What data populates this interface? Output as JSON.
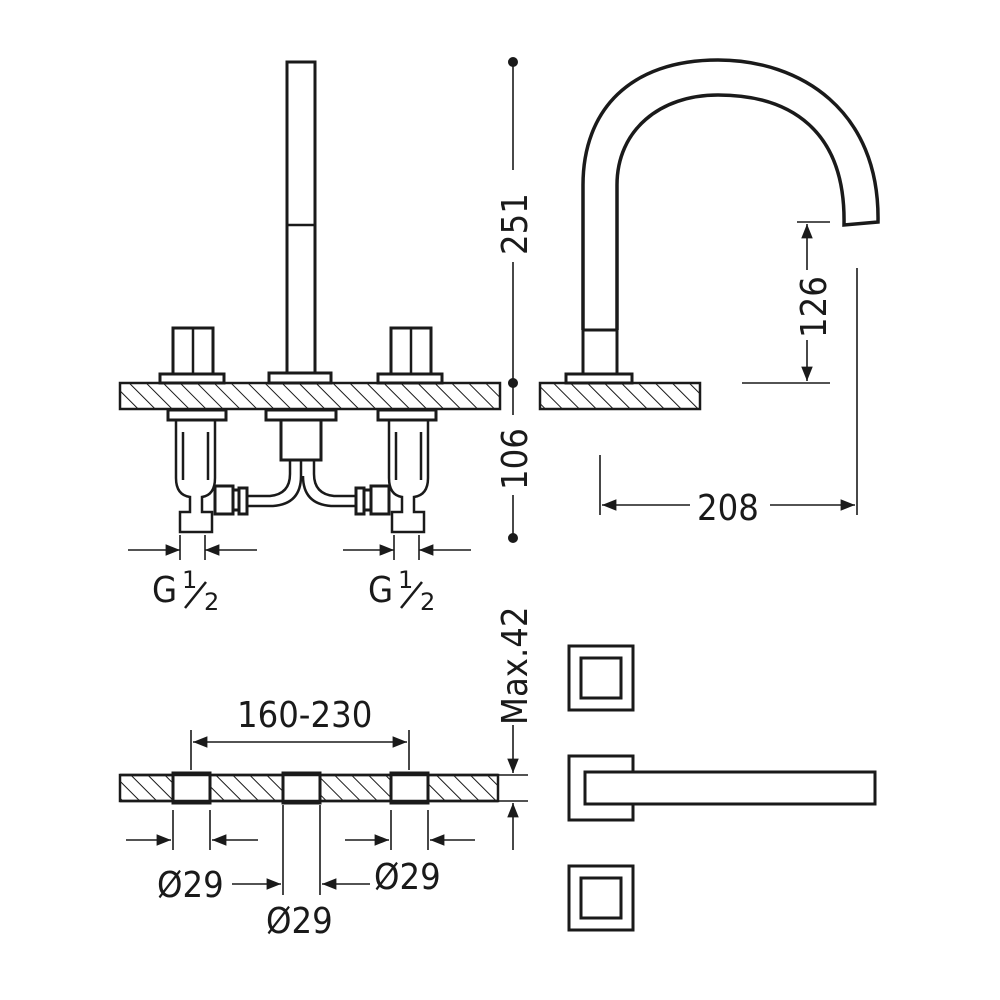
{
  "dimensions": {
    "spout_height": "251",
    "under_deck_depth": "106",
    "spout_projection": "208",
    "spout_clearance": "126",
    "inlet_left": "G",
    "inlet_right": "G",
    "inlet_fraction_num": "1",
    "inlet_fraction_den": "2",
    "spacing": "160-230",
    "deck_thickness": "Max.42",
    "hole_left": "Ø29",
    "hole_center": "Ø29",
    "hole_right": "Ø29"
  }
}
